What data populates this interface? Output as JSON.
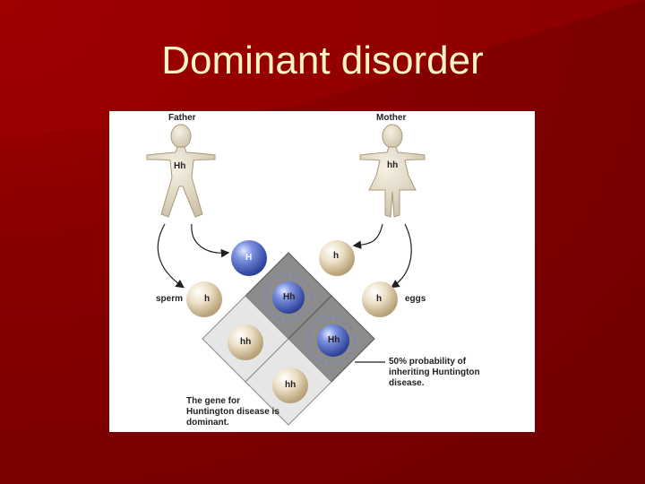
{
  "slide": {
    "title": "Dominant disorder"
  },
  "figure": {
    "father_label": "Father",
    "mother_label": "Mother",
    "father_genotype": "Hh",
    "mother_genotype": "hh",
    "sperm_label": "sperm",
    "eggs_label": "eggs",
    "sperm_alleles": [
      "H",
      "h"
    ],
    "egg_alleles": [
      "h",
      "h"
    ],
    "offspring": [
      "Hh",
      "hh",
      "Hh",
      "hh"
    ],
    "probability_note": "50% probability of inheriting Huntington disease.",
    "dominance_note": "The gene for Huntington disease is dominant.",
    "colors": {
      "affected_blue": "#4a64c8",
      "unaffected_beige": "#e4d3b0",
      "shaded_square": "#8c8c8c",
      "light_square": "#e6e6e6"
    }
  }
}
